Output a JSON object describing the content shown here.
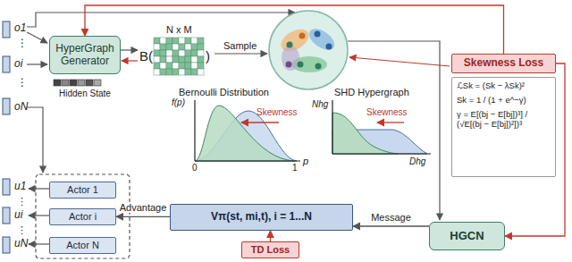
{
  "diagram": {
    "nodes": [
      {
        "text": [
          "HyperGraph Generator"
        ]
      },
      {
        "text": [
          "Skewness Loss"
        ]
      },
      {
        "text": [
          "ℒSk = (Sk − λSk)²",
          "Sk = 1 / (1 + e^−γ)",
          "γ = E[(bj − E[bj])³] / (√E[(bj − E[bj])²])³"
        ]
      },
      {
        "text": [
          "HGCN"
        ]
      },
      {
        "text": [
          "Vπ(st, mi,t), i = 1...N"
        ]
      },
      {
        "text": [
          "TD Loss"
        ]
      },
      {
        "text": [
          "Actor 1"
        ]
      },
      {
        "text": [
          "Actor i"
        ]
      },
      {
        "text": [
          "Actor N"
        ]
      }
    ],
    "edges": [
      {
        "from": 3,
        "to": 4,
        "label": "Message",
        "arrow": "to"
      },
      {
        "from": 4,
        "to": 7,
        "label": "Advantage",
        "arrow": "to"
      },
      {
        "from": 5,
        "to": 4,
        "arrow": "to"
      },
      {
        "from": 1,
        "to": 3,
        "arrow": "to"
      },
      {
        "from": 1,
        "to": 0,
        "arrow": "to"
      }
    ],
    "labels": [
      "o1",
      "⋮",
      "oi",
      "⋮",
      "oN",
      "Hidden State",
      "B(",
      ")",
      "N x M",
      "Sample",
      "Bernoulli Distribution",
      "f(p)",
      "p",
      "0",
      "1",
      "Skewness",
      "SHD Hypergraph",
      "Nhg",
      "Dhg",
      "Skewness",
      "u1",
      "⋮",
      "ui",
      "⋮",
      "uN"
    ]
  }
}
